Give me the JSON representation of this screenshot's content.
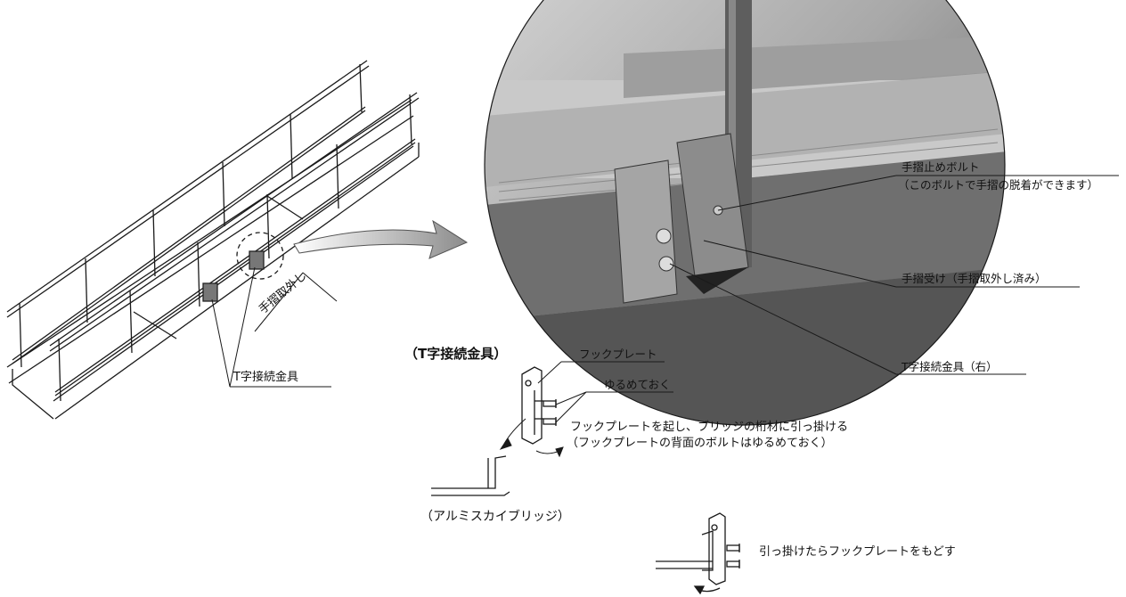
{
  "labels": {
    "handrail_removed": "手摺取外し",
    "t_fitting_left": "T字接続金具",
    "handrail_bolt_title": "手摺止めボルト",
    "handrail_bolt_note": "（このボルトで手摺の脱着ができます）",
    "handrail_receiver": "手摺受け（手摺取外し済み）",
    "t_fitting_right": "T字接続金具（右）",
    "t_fitting_heading": "（T字接続金具）",
    "hook_plate": "フックプレート",
    "loosen": "ゆるめておく",
    "instruction_line1": "フックプレートを起し、ブリッジの桁材に引っ掛ける",
    "instruction_line2": "（フックプレートの背面のボルトはゆるめておく）",
    "bridge_name": "（アルミスカイブリッジ）",
    "instruction_final": "引っ掛けたらフックプレートをもどす"
  },
  "colors": {
    "line": "#1a1a1a",
    "photo_light": "#bdbdbd",
    "photo_dark": "#4a4a4a",
    "arrow_fill": "#9a9a9a"
  }
}
